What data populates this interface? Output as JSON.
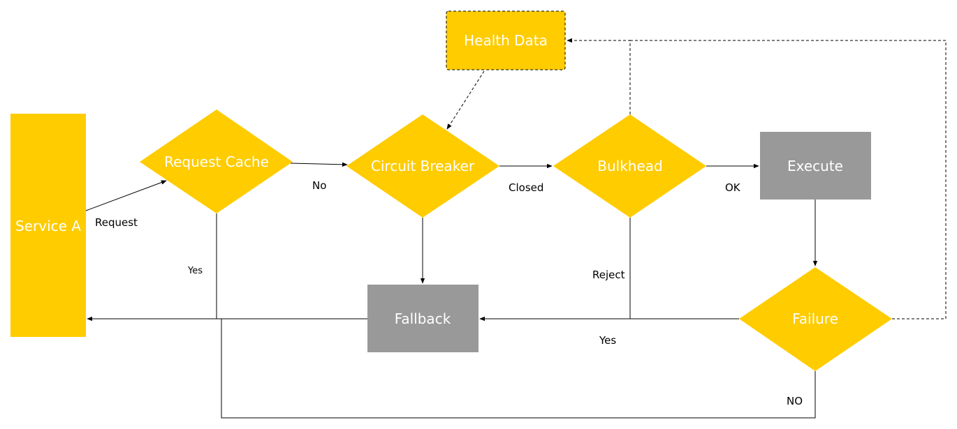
{
  "colors": {
    "decision": "#FFCC00",
    "process": "#999999",
    "text": "#FFFFFF",
    "edge": "#000000"
  },
  "nodes": {
    "service_a": "Service A",
    "request_cache": "Request Cache",
    "circuit_breaker": "Circuit Breaker",
    "bulkhead": "Bulkhead",
    "execute": "Execute",
    "health_data": "Health Data",
    "fallback": "Fallback",
    "failure": "Failure"
  },
  "edges": {
    "request": "Request",
    "cache_no": "No",
    "cache_yes": "Yes",
    "closed": "Closed",
    "ok": "OK",
    "reject": "Reject",
    "failure_yes": "Yes",
    "failure_no": "NO"
  }
}
